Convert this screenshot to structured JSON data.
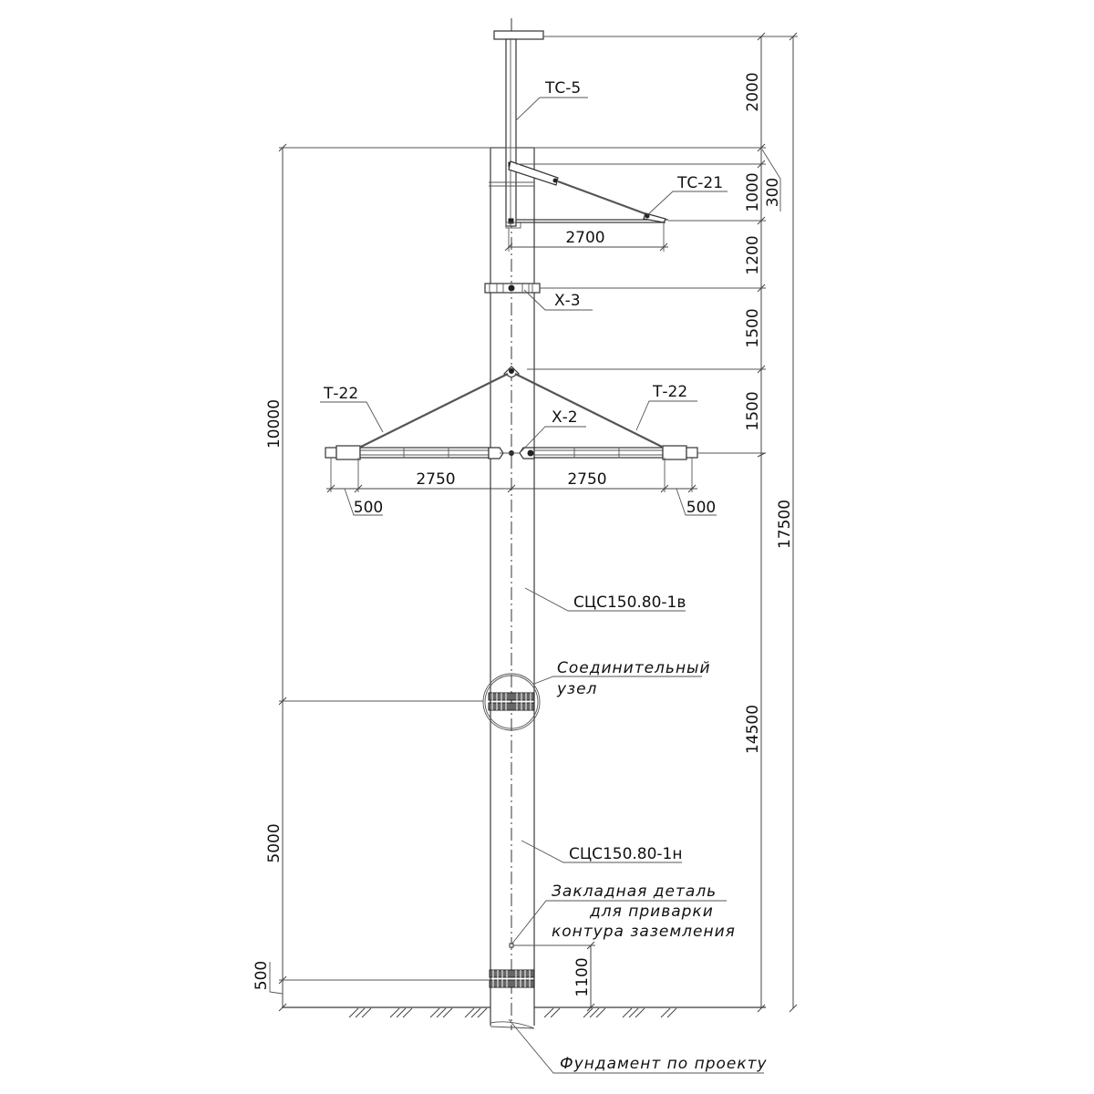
{
  "drawing": {
    "type": "Pole assembly elevation drawing",
    "background": "#ffffff",
    "line_color": "#333333"
  },
  "labels": {
    "tc5": "ТС-5",
    "tc21": "ТС-21",
    "x3": "Х-3",
    "x2": "Х-2",
    "t22_left": "Т-22",
    "t22_right": "Т-22",
    "pole_upper": "СЦС150.80-1в",
    "pole_lower": "СЦС150.80-1н",
    "joint_line1": "Соединительный",
    "joint_line2": "узел",
    "embed_line1": "Закладная деталь",
    "embed_line2": "для приварки",
    "embed_line3": "контура заземления",
    "foundation": "Фундамент по проекту"
  },
  "dimensions": {
    "right_chain": {
      "d2000": "2000",
      "d1000": "1000",
      "d300": "300",
      "d1200": "1200",
      "d1500a": "1500",
      "d1500b": "1500",
      "d14500": "14500"
    },
    "overall_right": "17500",
    "left_upper": "10000",
    "left_lower": "5000",
    "left_bottom": "500",
    "bracket_reach": "2700",
    "crossarm_left": "2750",
    "crossarm_right": "2750",
    "crossarm_end_left": "500",
    "crossarm_end_right": "500",
    "ground_element": "1100"
  }
}
